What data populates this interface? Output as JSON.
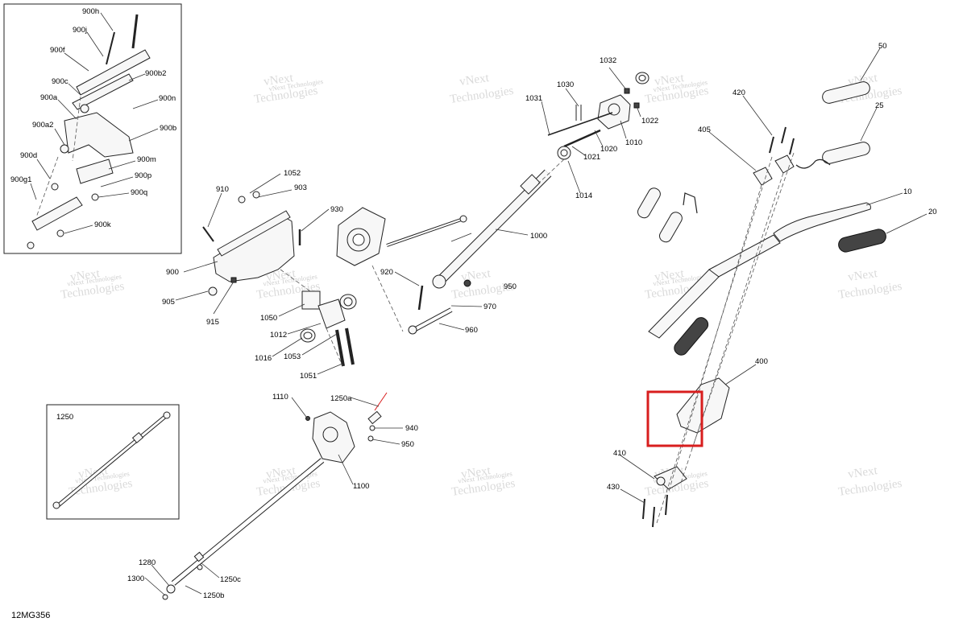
{
  "figure_code": "12MG356",
  "watermark": {
    "line1": "vNext",
    "line2": "Technologies",
    "small": "vNext Technologies"
  },
  "inset_900": {
    "labels": [
      "900h",
      "900j",
      "900f",
      "900c",
      "900b2",
      "900a",
      "900n",
      "900a2",
      "900b",
      "900d",
      "900m",
      "900g1",
      "900p",
      "900q",
      "900k"
    ]
  },
  "inset_1250": {
    "title": "1250"
  },
  "callouts": {
    "c50": "50",
    "c25": "25",
    "c10": "10",
    "c20": "20",
    "c420": "420",
    "c405": "405",
    "c400": "400",
    "c410": "410",
    "c430": "430",
    "c1032": "1032",
    "c1030": "1030",
    "c1031": "1031",
    "c1022": "1022",
    "c1010": "1010",
    "c1020": "1020",
    "c1021": "1021",
    "c1014": "1014",
    "c1000": "1000",
    "c1052": "1052",
    "c910": "910",
    "c903": "903",
    "c930": "930",
    "c900": "900",
    "c905": "905",
    "c915": "915",
    "c920": "920",
    "c950a": "950",
    "c970": "970",
    "c960": "960",
    "c1050": "1050",
    "c1012": "1012",
    "c1016": "1016",
    "c1053": "1053",
    "c1051": "1051",
    "c1110": "1110",
    "c1250a": "1250a",
    "c940": "940",
    "c950b": "950",
    "c1100": "1100",
    "c1280": "1280",
    "c1300": "1300",
    "c1250c": "1250c",
    "c1250b": "1250b"
  },
  "colors": {
    "highlight": "#d81e1e",
    "line": "#222222"
  }
}
